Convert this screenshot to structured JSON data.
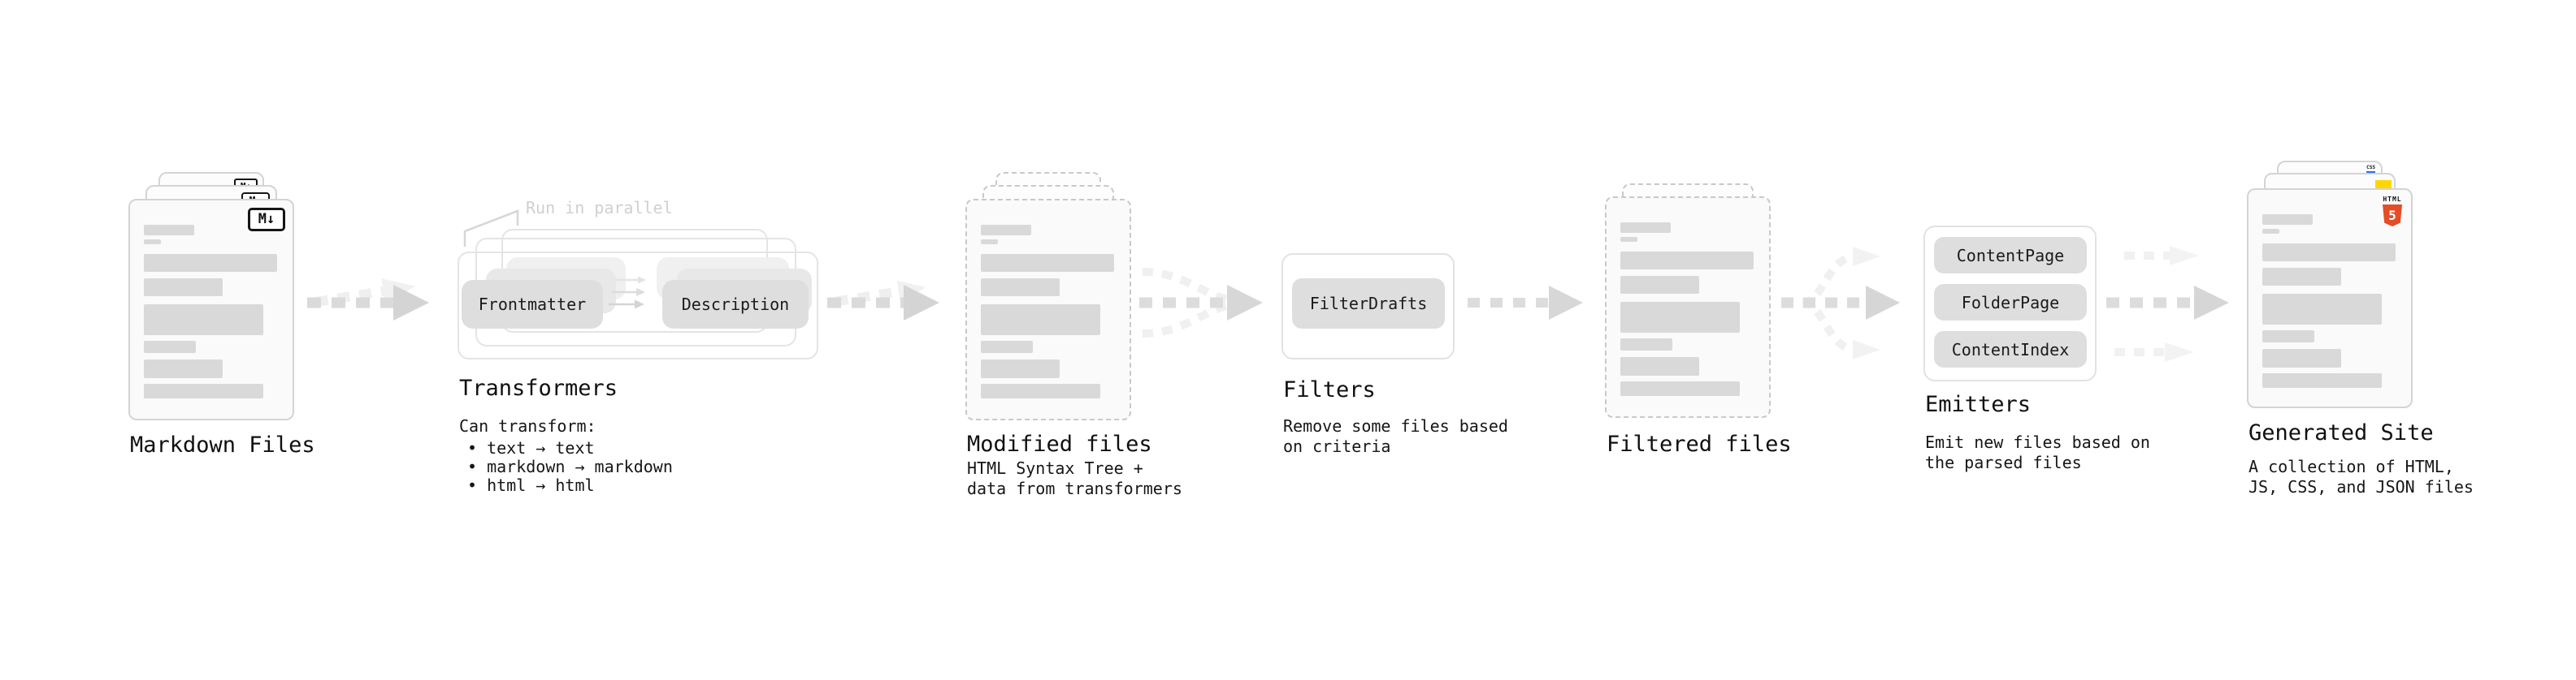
{
  "stages": {
    "markdown": {
      "title": "Markdown Files",
      "badge": "M↓"
    },
    "transformers": {
      "title": "Transformers",
      "annotation": "Run in parallel",
      "nodes": {
        "from": "Frontmatter",
        "to": "Description"
      },
      "desc": [
        "Can transform:",
        "• text → text",
        "• markdown → markdown",
        "• html → html"
      ]
    },
    "modified": {
      "title": "Modified files",
      "desc": [
        "HTML Syntax Tree +",
        "data from transformers"
      ]
    },
    "filters": {
      "title": "Filters",
      "node": "FilterDrafts",
      "desc": [
        "Remove some files based",
        "on criteria"
      ]
    },
    "filtered": {
      "title": "Filtered files"
    },
    "emitters": {
      "title": "Emitters",
      "nodes": [
        "ContentPage",
        "FolderPage",
        "ContentIndex"
      ],
      "desc": [
        "Emit new files based on",
        "the parsed files"
      ]
    },
    "generated": {
      "title": "Generated Site",
      "desc": [
        "A collection of HTML,",
        "JS, CSS, and JSON files"
      ],
      "badges": {
        "css": "CSS",
        "html_word": "HTML",
        "html_number": "5"
      }
    }
  },
  "colors": {
    "html5_orange": "#e44d26",
    "js_yellow": "#ffd600",
    "css_blue": "#2b6bf3",
    "arrow_gray": "#d9d9d9",
    "node_gray": "#dedede"
  }
}
